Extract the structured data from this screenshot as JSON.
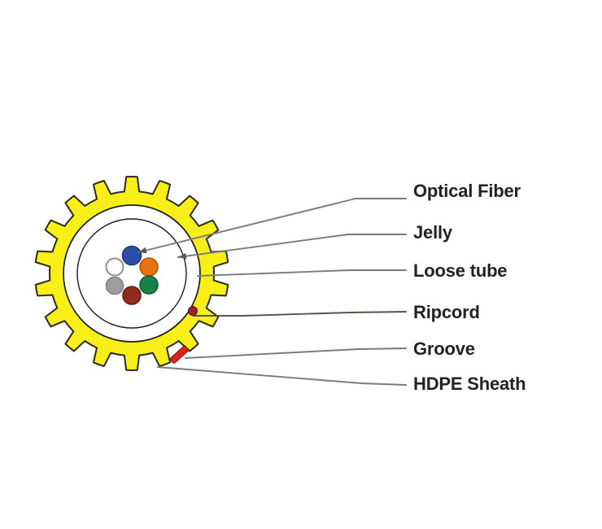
{
  "figure": {
    "subject": "fiber optic cable cross-section diagram"
  },
  "diagram": {
    "teeth": 18,
    "fiber_count": 6
  },
  "callouts": [
    {
      "id": "optical-fiber",
      "label": "Optical Fiber"
    },
    {
      "id": "jelly",
      "label": "Jelly"
    },
    {
      "id": "loose-tube",
      "label": "Loose tube"
    },
    {
      "id": "ripcord",
      "label": "Ripcord"
    },
    {
      "id": "groove",
      "label": "Groove"
    },
    {
      "id": "hdpe-sheath",
      "label": "HDPE Sheath"
    }
  ],
  "colors": {
    "background": "#ffffff",
    "sheath_yellow": "#f8ee18",
    "outline": "#2b2b22",
    "circle_line": "#1b1b1b",
    "leader_gray": "#7a7a7a",
    "label_text": "#222222",
    "ripcord_red": "#a01e31",
    "groove_red": "#da2418"
  },
  "fibers": [
    {
      "name": "blue",
      "color": "#2b4fa2"
    },
    {
      "name": "white",
      "color": "#ffffff"
    },
    {
      "name": "orange",
      "color": "#e8720e"
    },
    {
      "name": "gray",
      "color": "#9d9d9d"
    },
    {
      "name": "green",
      "color": "#178148"
    },
    {
      "name": "dark-red",
      "color": "#8d2c1c"
    }
  ]
}
